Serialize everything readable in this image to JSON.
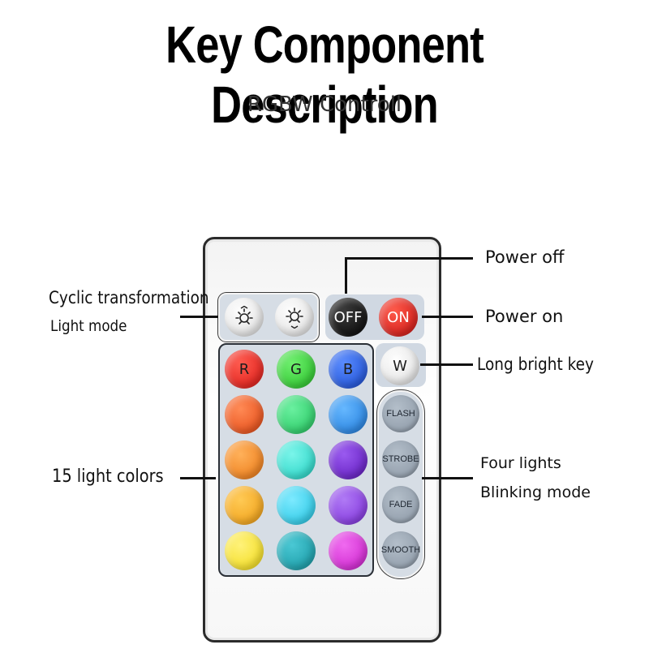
{
  "header": {
    "title": "Key Component Description",
    "subtitle": "RGBW Controll"
  },
  "remote": {
    "mode_buttons": [
      {
        "icon": "sun-up-icon"
      },
      {
        "icon": "sun-down-icon"
      }
    ],
    "power_buttons": [
      {
        "label": "OFF",
        "color": "#0b0b0b"
      },
      {
        "label": "ON",
        "color": "#e01a1a"
      }
    ],
    "rgb_labels": [
      "R",
      "G",
      "B"
    ],
    "white_label": "W",
    "color_grid": [
      [
        "#e8221d",
        "#2ecc2e",
        "#1f5fe0"
      ],
      [
        "#f45a1f",
        "#29d96a",
        "#2a8fe8"
      ],
      [
        "#f78a1f",
        "#2be0d0",
        "#6a22c8"
      ],
      [
        "#f7a81c",
        "#2fd4ea",
        "#8a3be0"
      ],
      [
        "#f7e52a",
        "#1fa3b0",
        "#d92bd9"
      ]
    ],
    "effect_buttons": [
      "FLASH",
      "STROBE",
      "FADE",
      "SMOOTH"
    ]
  },
  "callouts": {
    "power_off": "Power off",
    "power_on": "Power on",
    "long_bright": "Long bright key",
    "cyclic_line1": "Cyclic transformation",
    "cyclic_line2": "Light mode",
    "colors": "15 light colors",
    "blink_line1": "Four lights",
    "blink_line2": "Blinking mode"
  }
}
